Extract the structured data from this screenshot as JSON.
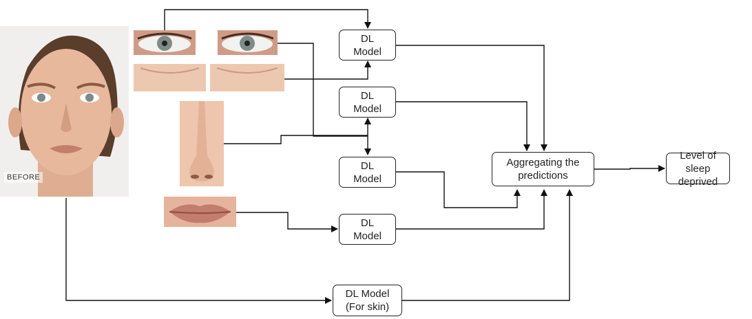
{
  "face_badge": "BEFORE",
  "nodes": {
    "eyes_model": "DL\nModel",
    "nose_model": "DL\nModel",
    "mid_model": "DL\nModel",
    "lips_model": "DL\nModel",
    "skin_model": "DL Model\n(For skin)",
    "aggregate": "Aggregating the\npredictions",
    "output": "Level of sleep\ndeprived"
  }
}
